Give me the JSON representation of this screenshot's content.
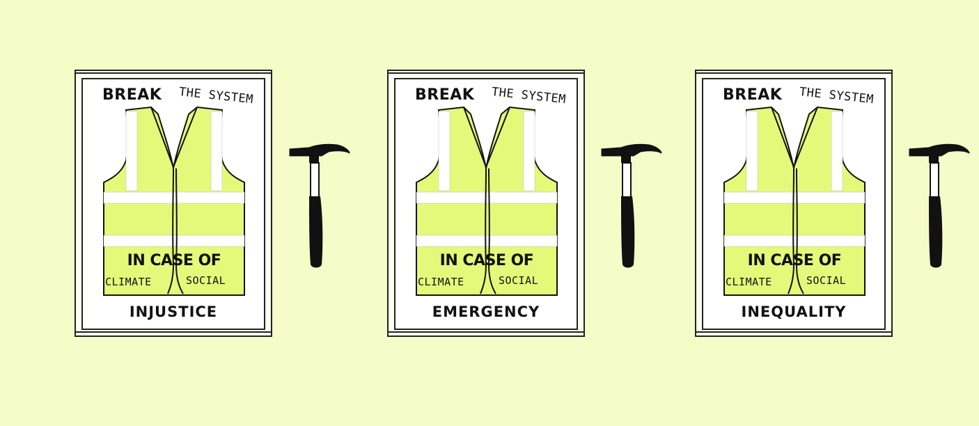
{
  "panels": [
    {
      "top_left": "BREAK",
      "top_right": "THE SYSTEM",
      "middle": "IN CASE OF",
      "option_left": "CLIMATE",
      "option_right": "SOCIAL",
      "bottom": "INJUSTICE"
    },
    {
      "top_left": "BREAK",
      "top_right": "THE SYSTEM",
      "middle": "IN CASE OF",
      "option_left": "CLIMATE",
      "option_right": "SOCIAL",
      "bottom": "EMERGENCY"
    },
    {
      "top_left": "BREAK",
      "top_right": "THE SYSTEM",
      "middle": "IN CASE OF",
      "option_left": "CLIMATE",
      "option_right": "SOCIAL",
      "bottom": "INEQUALITY"
    }
  ],
  "colors": {
    "background": "#f4fcc8",
    "vest": "#e4f97a",
    "reflective_stripe": "#ffffff",
    "ink": "#111111"
  },
  "icons": [
    "hi-vis-vest-icon",
    "hammer-icon"
  ]
}
